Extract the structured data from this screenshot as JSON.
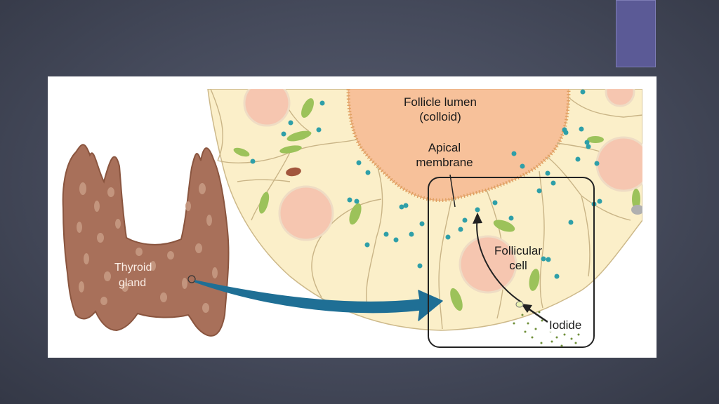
{
  "slide": {
    "accent_color": "#5b5a96",
    "background_color": "#4a4f60"
  },
  "diagram": {
    "labels": {
      "lumen_line1": "Follicle lumen",
      "lumen_line2": "(colloid)",
      "apical_line1": "Apical",
      "apical_line2": "membrane",
      "follicular_line1": "Follicular",
      "follicular_line2": "cell",
      "thyroid_line1": "Thyroid",
      "thyroid_line2": "gland",
      "iodide": "Iodide"
    },
    "colors": {
      "colloid": "#f7c19a",
      "cell_fill": "#fbefc9",
      "nucleus": "#f6c6b0",
      "gland": "#a8705a",
      "granule": "#2e9fa8",
      "mitochondria": "#9cc25a",
      "arrow": "#1f6f95"
    }
  }
}
